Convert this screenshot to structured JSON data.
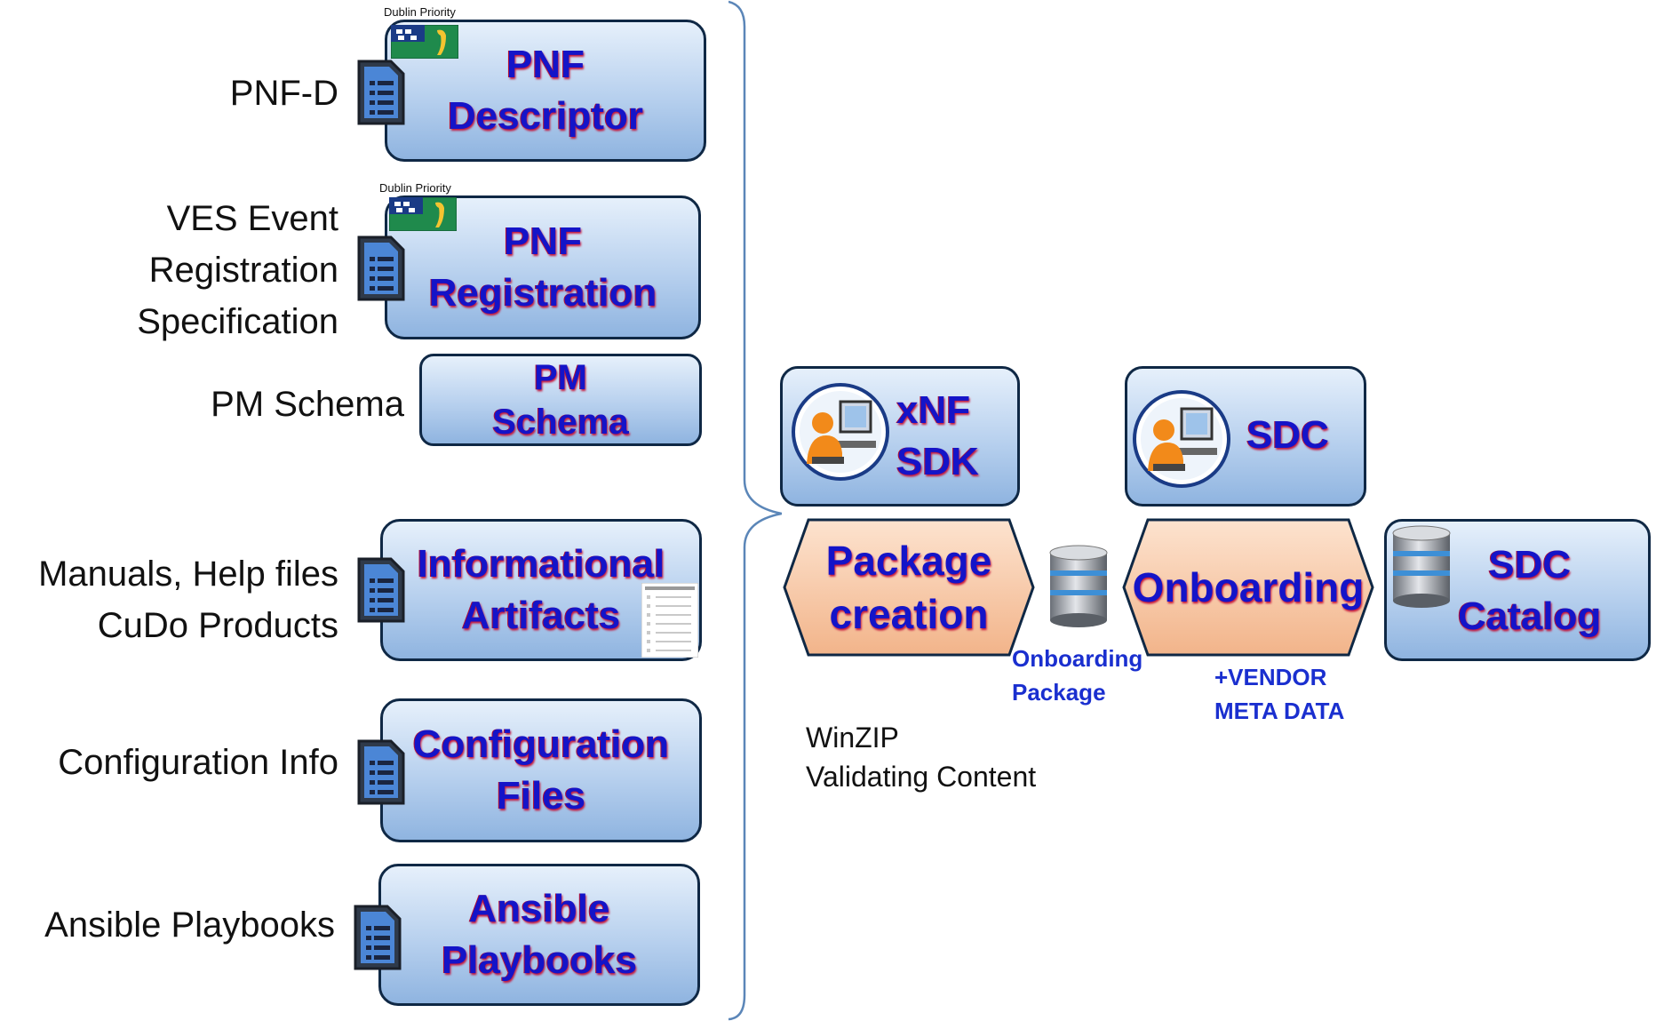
{
  "left_items": [
    {
      "label": "PNF-D",
      "box_title": "PNF\nDescriptor",
      "flag_caption": "Dublin Priority"
    },
    {
      "label": "VES Event\nRegistration\nSpecification",
      "box_title": "PNF\nRegistration",
      "flag_caption": "Dublin Priority"
    },
    {
      "label": "PM Schema",
      "box_title": "PM\nSchema"
    },
    {
      "label": "Manuals, Help files\nCuDo Products",
      "box_title": "Informational\nArtifacts"
    },
    {
      "label": "Configuration Info",
      "box_title": "Configuration\nFiles"
    },
    {
      "label": "Ansible Playbooks",
      "box_title": "Ansible\nPlaybooks"
    }
  ],
  "flow": {
    "sdk_title": "xNF\nSDK",
    "sdc_title": "SDC",
    "package_creation": "Package\ncreation",
    "onboarding": "Onboarding",
    "catalog_title": "SDC\nCatalog",
    "onboarding_package_note": "Onboarding\nPackage",
    "vendor_note": "+VENDOR\nMETA DATA",
    "winzip_note": "WinZIP\nValidating Content"
  },
  "colors": {
    "box_border": "#0f2845",
    "title_blue": "#1414c8",
    "title_shadow": "#c4143a",
    "hex_fill_top": "#fde3cf",
    "hex_fill_bottom": "#f2b48a",
    "flag_green": "#1f8a4c"
  }
}
